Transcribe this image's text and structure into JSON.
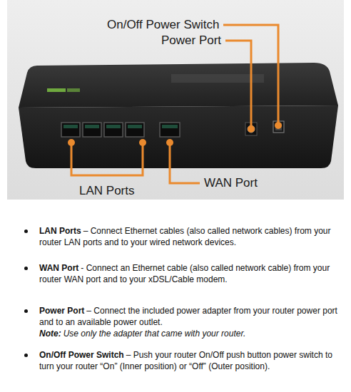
{
  "diagram": {
    "labels": [
      "On/Off Power Switch",
      "Power Port",
      "LAN Ports",
      "WAN Port",
      "LAN Ports",
      "– Connect Ethernet cables (also called network cables) from your router LAN ports and to your wired network devices.",
      "WAN Port",
      "- Connect an Ethernet cable (also called network cable) from your router WAN port and to your xDSL/Cable modem.",
      "Power Port",
      "– Connect the included power adapter from your router power port and to an available power outlet.",
      "Note:",
      "Use only the adapter that came with your router.",
      "On/Off Power Switch",
      "– Push your router On/Off push button power switch to turn your router “On” (Inner position) or “Off” (Outer position)."
    ]
  }
}
